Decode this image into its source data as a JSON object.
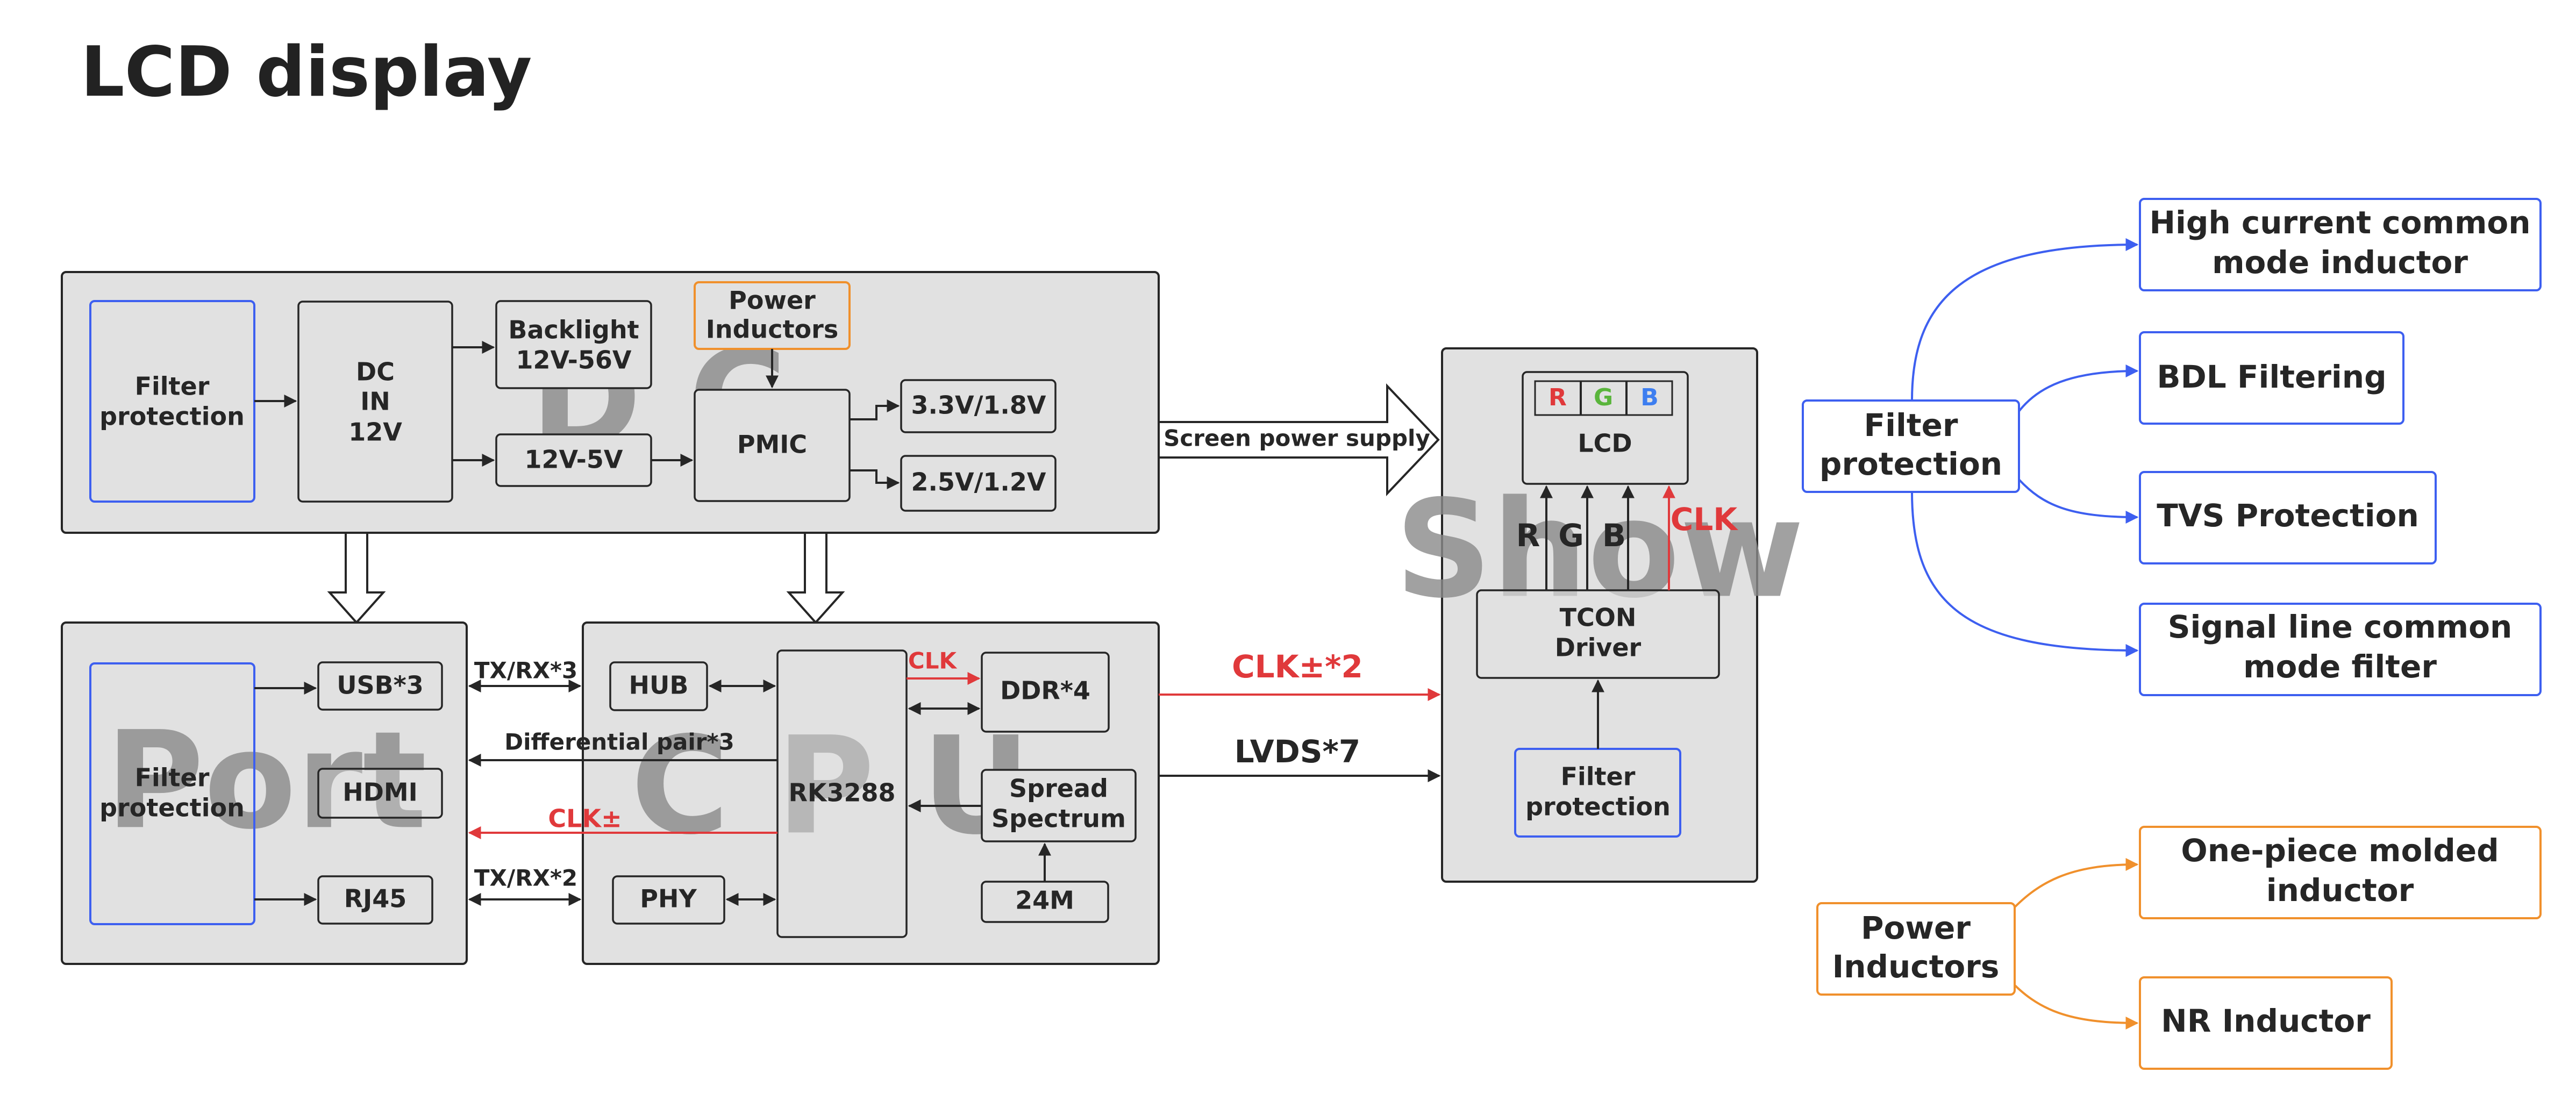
{
  "title": "LCD display",
  "colors": {
    "panel": "#e1e1e1",
    "border": "#262626",
    "red": "#e0393b",
    "blue": "#3d5ff0",
    "orange": "#f0902c",
    "green": "#5ab53c",
    "watermark": "#8a8a8a"
  },
  "dc": {
    "watermark": "D C",
    "filter": [
      "Filter",
      "protection"
    ],
    "dcin": [
      "DC",
      "IN",
      "12V"
    ],
    "backlight": [
      "Backlight",
      "12V-56V"
    ],
    "conv": "12V-5V",
    "power_inductors": [
      "Power",
      "Inductors"
    ],
    "pmic": "PMIC",
    "out1": "3.3V/1.8V",
    "out2": "2.5V/1.2V",
    "screen_power": "Screen power supply"
  },
  "port": {
    "watermark": "Port",
    "filter": [
      "Filter",
      "protection"
    ],
    "usb": "USB*3",
    "hdmi": "HDMI",
    "rj45": "RJ45"
  },
  "cpu": {
    "watermark": "C P U",
    "hub": "HUB",
    "phy": "PHY",
    "soc": "RK3288",
    "ddr": "DDR*4",
    "spread": [
      "Spread",
      "Spectrum"
    ],
    "osc": "24M",
    "clk": "CLK"
  },
  "links": {
    "txrx3": "TX/RX*3",
    "diff": "Differential pair*3",
    "clkpm": "CLK±",
    "txrx2": "TX/RX*2",
    "clk2": "CLK±*2",
    "lvds": "LVDS*7"
  },
  "show": {
    "watermark": "Show",
    "rgb": [
      "R",
      "G",
      "B"
    ],
    "lcd": "LCD",
    "rgb_lines": [
      "R",
      "G",
      "B"
    ],
    "clk": "CLK",
    "tcon": [
      "TCON",
      "Driver"
    ],
    "filter": [
      "Filter",
      "protection"
    ]
  },
  "mind_filter": {
    "root": [
      "Filter",
      "protection"
    ],
    "items": [
      [
        "High current common",
        "mode inductor"
      ],
      [
        "BDL Filtering"
      ],
      [
        "TVS Protection"
      ],
      [
        "Signal line common",
        "mode filter"
      ]
    ]
  },
  "mind_power": {
    "root": [
      "Power",
      "Inductors"
    ],
    "items": [
      [
        "One-piece molded",
        "inductor"
      ],
      [
        "NR Inductor"
      ]
    ]
  }
}
